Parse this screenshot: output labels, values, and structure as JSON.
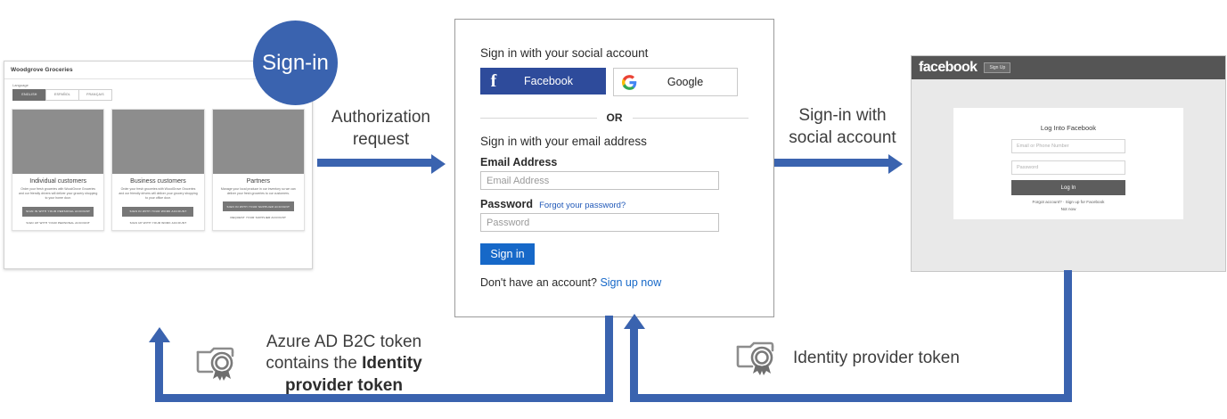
{
  "badge": {
    "label": "Sign-in"
  },
  "flow": {
    "authorization_request": "Authorization\nrequest",
    "authorization_request_line1": "Authorization",
    "authorization_request_line2": "request",
    "social_signin_line1": "Sign-in with",
    "social_signin_line2": "social account"
  },
  "woodgrove": {
    "brand": "Woodgrove Groceries",
    "language_label": "Language",
    "languages": [
      {
        "label": "ENGLISH",
        "selected": true
      },
      {
        "label": "ESPAÑOL",
        "selected": false
      },
      {
        "label": "FRANÇAIS",
        "selected": false
      }
    ],
    "cards": [
      {
        "title": "Individual customers",
        "description": "Order your fresh groceries with WoodGrove Groceries and our friendly drivers will deliver your grocery shopping to your home door.",
        "button": "SIGN IN WITH YOUR PERSONAL ACCOUNT",
        "link": "SIGN UP WITH YOUR PERSONAL ACCOUNT",
        "photo": "shoppers-in-store-photo"
      },
      {
        "title": "Business customers",
        "description": "Order your fresh groceries with WoodGrove Groceries and our friendly drivers will deliver your grocery shopping to your office door.",
        "button": "SIGN IN WITH YOUR WORK ACCOUNT",
        "link": "SIGN UP WITH YOUR WORK ACCOUNT",
        "photo": "store-clerk-photo"
      },
      {
        "title": "Partners",
        "description": "Manage your local produce in our inventory so we can deliver your fresh groceries to our customers.",
        "button": "SIGN IN WITH YOUR SUPPLIER ACCOUNT",
        "link": "REQUEST YOUR SUPPLIER ACCOUNT",
        "photo": "farmer-with-basket-photo"
      }
    ]
  },
  "b2c": {
    "social_heading": "Sign in with your social account",
    "facebook_button": "Facebook",
    "google_button": "Google",
    "or_divider": "OR",
    "email_heading": "Sign in with your email address",
    "email_label": "Email Address",
    "email_placeholder": "Email Address",
    "email_value": "",
    "password_label": "Password",
    "forgot_password": "Forgot your password?",
    "password_placeholder": "Password",
    "password_value": "",
    "signin_button": "Sign in",
    "no_account_text": "Don't have an account?",
    "signup_link": "Sign up now"
  },
  "facebook": {
    "logo": "facebook",
    "signup_button": "Sign Up",
    "card_title": "Log Into Facebook",
    "email_placeholder": "Email or Phone Number",
    "password_placeholder": "Password",
    "login_button": "Log In",
    "help_line": "Forgot account? · Sign up for Facebook",
    "not_now": "Not now"
  },
  "annotations": {
    "left": {
      "line1": "Azure AD B2C token",
      "line2_prefix": "contains the ",
      "line2_bold": "Identity",
      "line3_bold": "provider token"
    },
    "right": {
      "text": "Identity provider token"
    }
  },
  "colors": {
    "flow_blue": "#3a63af",
    "b2c_button_blue": "#1668c8",
    "facebook_blue": "#2e4b9b",
    "facebook_grey": "#555555",
    "woodgrove_button_grey": "#777777"
  }
}
